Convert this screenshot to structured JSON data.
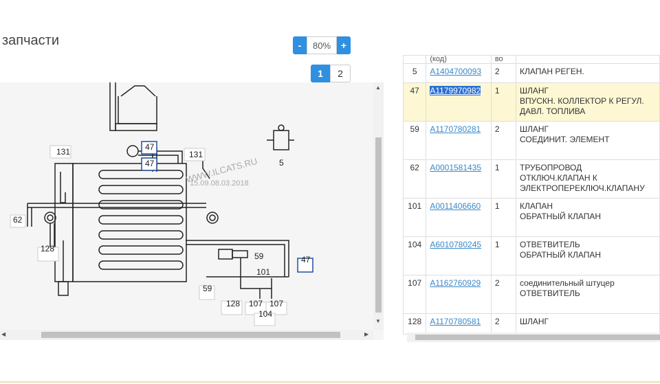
{
  "page": {
    "title": "запчасти"
  },
  "zoom": {
    "minus": "-",
    "value": "80%",
    "plus": "+"
  },
  "pager": {
    "pages": [
      "1",
      "2"
    ]
  },
  "diagram": {
    "watermark": "WWW.ILCATS.RU",
    "watermark_date": "15.09.08.03.2018",
    "callouts": {
      "c131a": "131",
      "c131b": "131",
      "c47a": "47",
      "c47b": "47",
      "c47c": "47",
      "c5": "5",
      "c62": "62",
      "c128a": "128",
      "c128b": "128",
      "c59a": "59",
      "c59b": "59",
      "c101": "101",
      "c107a": "107",
      "c107b": "107",
      "c104": "104"
    }
  },
  "table": {
    "header": {
      "code": "(код)",
      "qty": "во"
    },
    "rows": [
      {
        "num": "5",
        "code": "A1404700093",
        "qty": "2",
        "desc1": "КЛАПАН РЕГЕН.",
        "desc2": "",
        "desc3": ""
      },
      {
        "num": "47",
        "code": "A1179970982",
        "qty": "1",
        "desc1": "ШЛАНГ",
        "desc2": "ВПУСКН. КОЛЛЕКТОР К РЕГУЛ.",
        "desc3": "ДАВЛ. ТОПЛИВА"
      },
      {
        "num": "59",
        "code": "A1170780281",
        "qty": "2",
        "desc1": "ШЛАНГ",
        "desc2": "СОЕДИНИТ. ЭЛЕМЕНТ",
        "desc3": ""
      },
      {
        "num": "62",
        "code": "A0001581435",
        "qty": "1",
        "desc1": "ТРУБОПРОВОД",
        "desc2": "ОТКЛЮЧ.КЛАПАН К",
        "desc3": "ЭЛЕКТРОПЕРЕКЛЮЧ.КЛАПАНУ"
      },
      {
        "num": "101",
        "code": "A0011406660",
        "qty": "1",
        "desc1": "КЛАПАН",
        "desc2": "ОБРАТНЫЙ КЛАПАН",
        "desc3": ""
      },
      {
        "num": "104",
        "code": "A6010780245",
        "qty": "1",
        "desc1": "ОТВЕТВИТЕЛЬ",
        "desc2": "ОБРАТНЫЙ КЛАПАН",
        "desc3": ""
      },
      {
        "num": "107",
        "code": "A1162760929",
        "qty": "2",
        "desc1": "соединительный штуцер",
        "desc2": "ОТВЕТВИТЕЛЬ",
        "desc3": ""
      },
      {
        "num": "128",
        "code": "A1170780581",
        "qty": "2",
        "desc1": "ШЛАНГ",
        "desc2": "",
        "desc3": ""
      }
    ]
  },
  "colors": {
    "accent": "#2f8fe0",
    "highlight_row": "#fdf8d3",
    "link": "#3a88c9",
    "selected": "#2a6fd6"
  }
}
